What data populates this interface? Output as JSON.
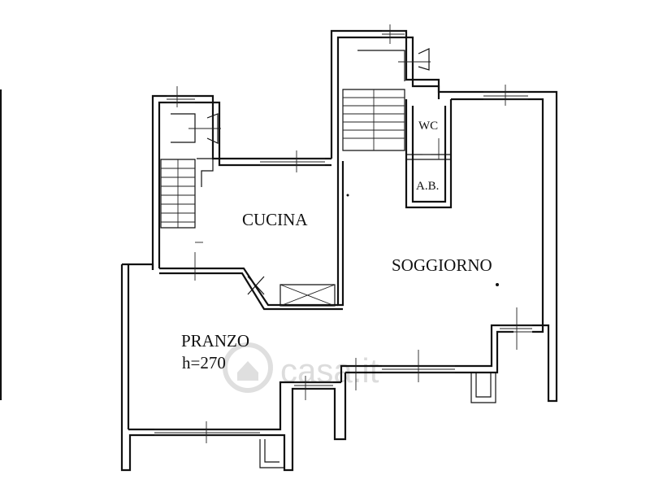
{
  "rooms": {
    "cucina": "CUCINA",
    "soggiorno": "SOGGIORNO",
    "pranzo": "PRANZO",
    "pranzo_height": "h=270",
    "wc": "WC",
    "ab": "A.B."
  },
  "watermark": "casa.it"
}
